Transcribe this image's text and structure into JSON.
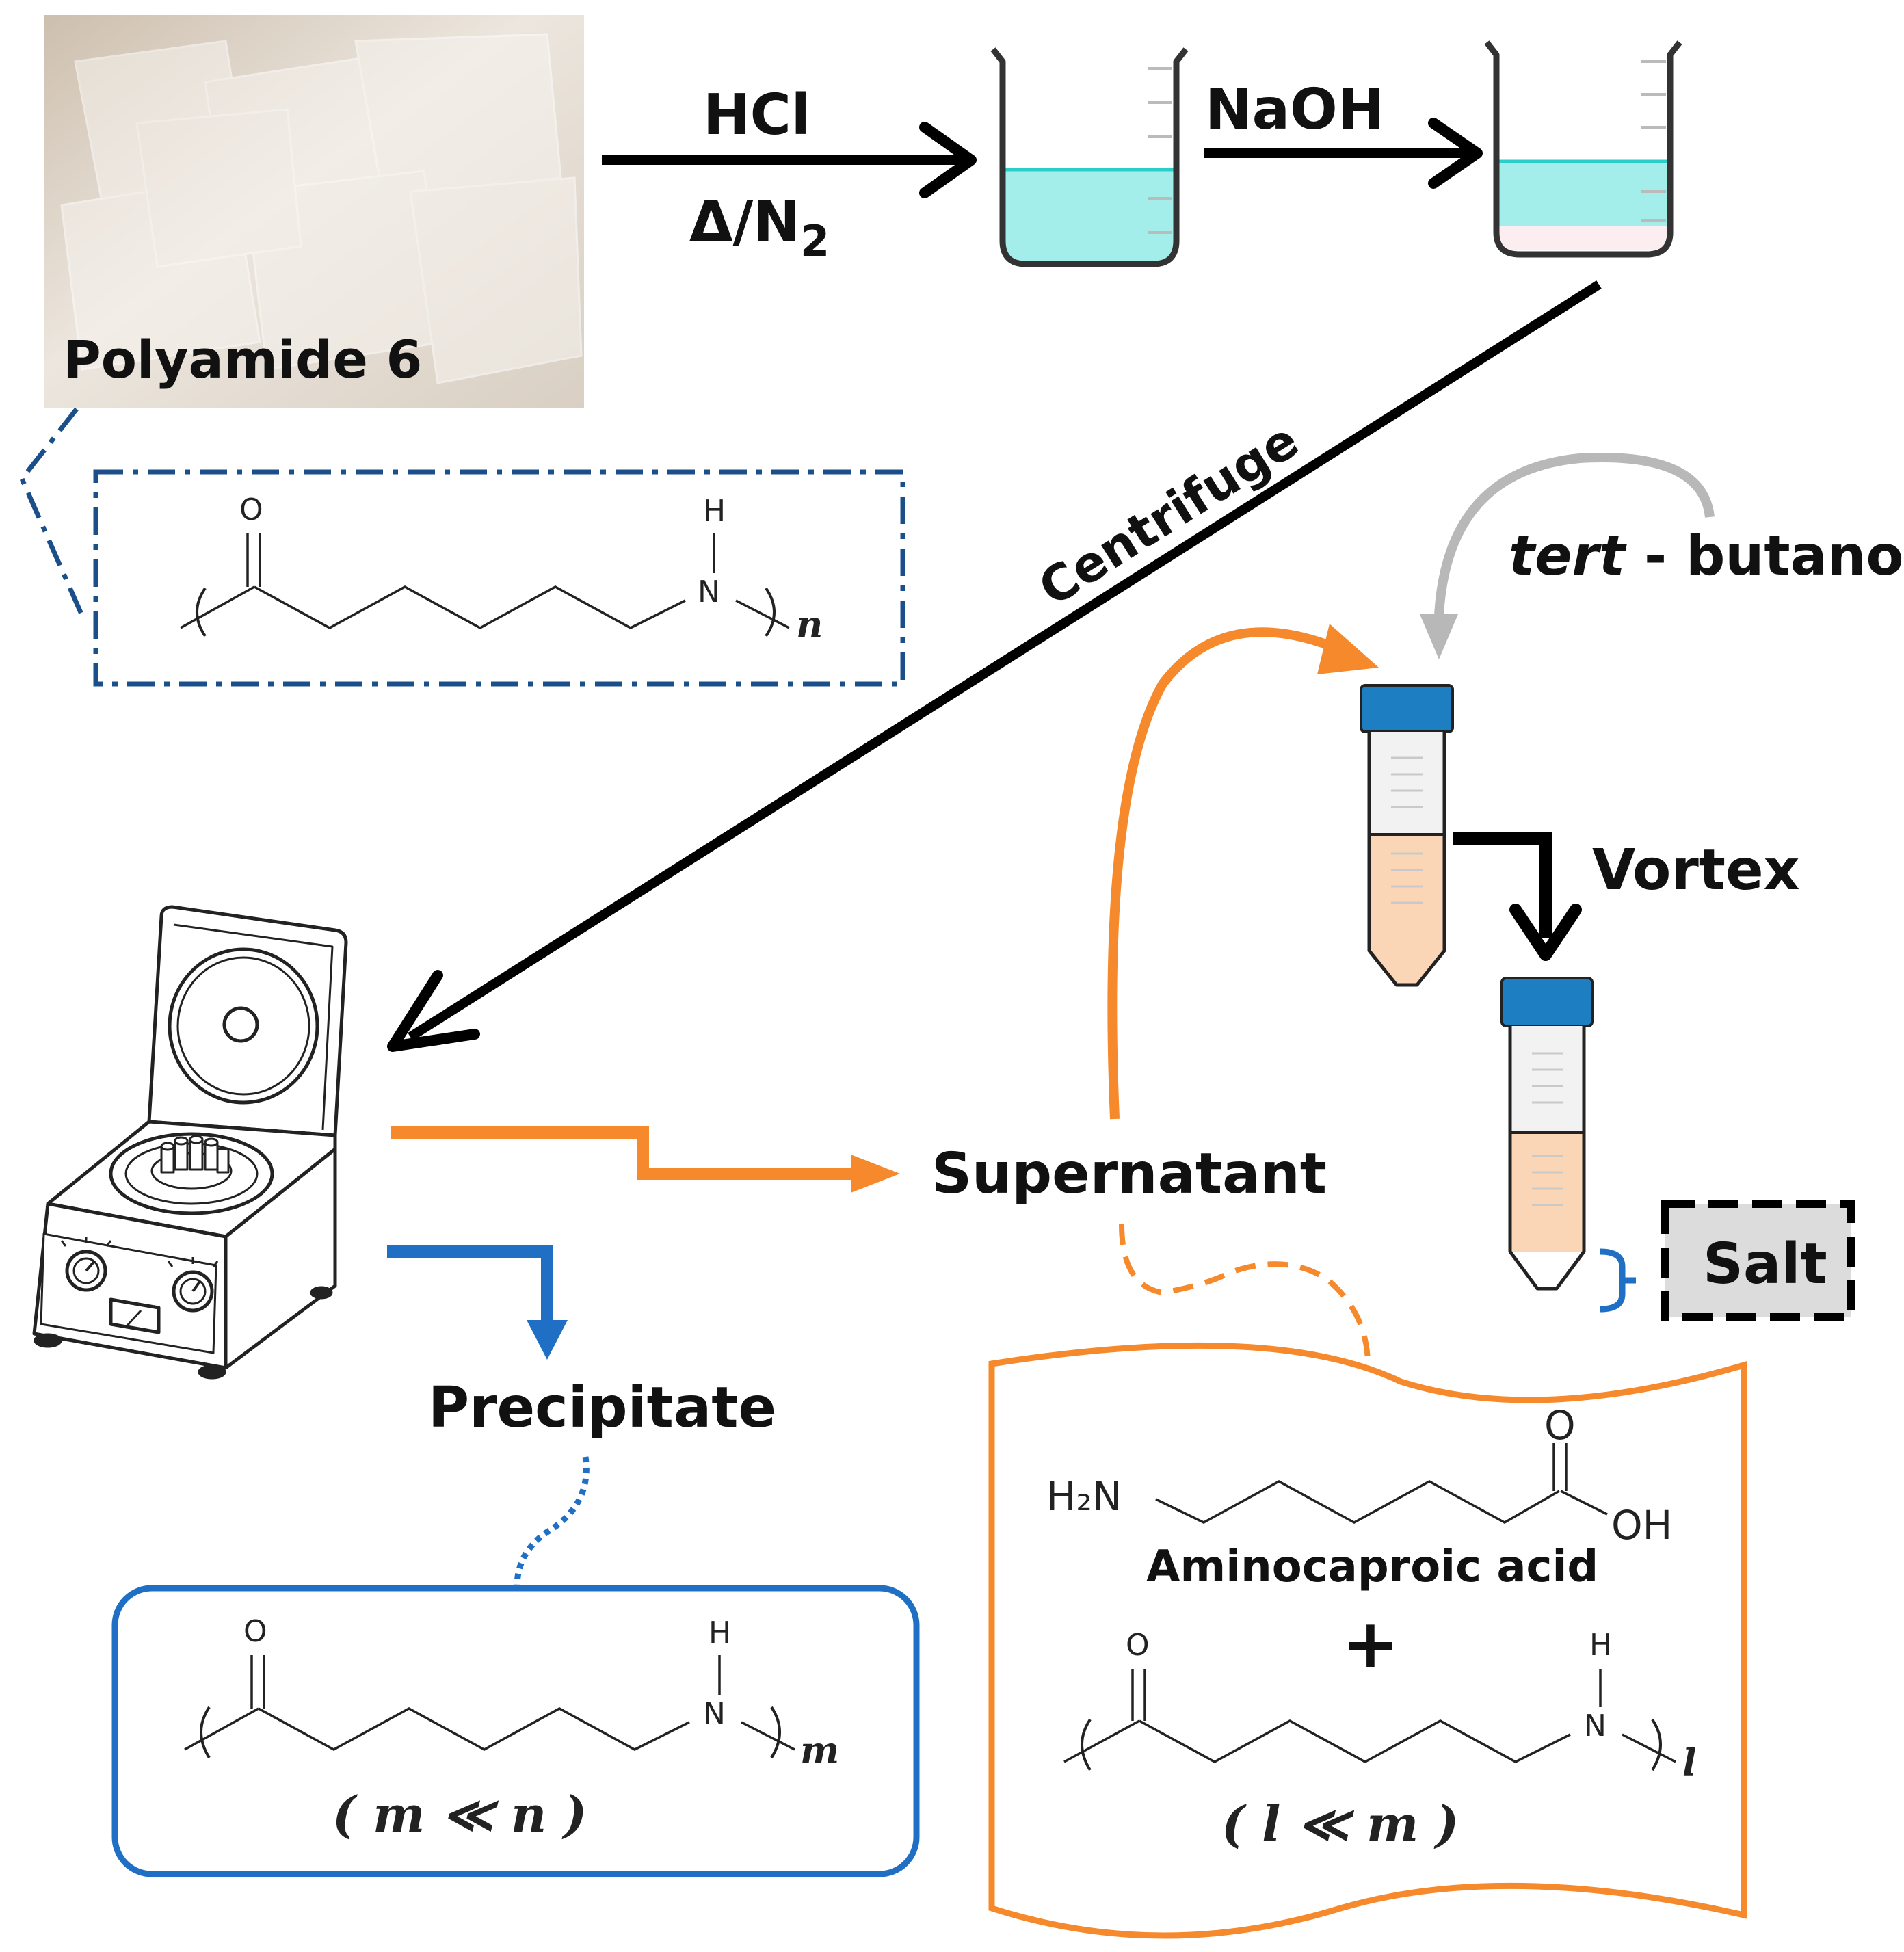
{
  "photo": {
    "label": "Polyamide 6"
  },
  "reagents": {
    "hcl": "HCl",
    "heat_n2": "Δ/N",
    "heat_n2_sub": "2",
    "naoh": "NaOH",
    "tert_butanol_italic": "tert",
    "tert_butanol_rest": " - butanol"
  },
  "steps": {
    "centrifuge": "Centrifuge",
    "vortex": "Vortex",
    "supernatant": "Supernatant",
    "precipitate": "Precipitate",
    "salt": "Salt"
  },
  "structures": {
    "pa6": {
      "o": "O",
      "h": "H",
      "n": "N",
      "subscript": "n"
    },
    "precipitate": {
      "o": "O",
      "h": "H",
      "n": "N",
      "subscript": "m",
      "condition": "( m ≪ n )"
    },
    "supernatant": {
      "h2n": "H₂N",
      "o": "O",
      "oh": "OH",
      "name": "Aminocaproic acid",
      "plus": "+",
      "oligo": {
        "o": "O",
        "h": "H",
        "n": "N",
        "subscript": "l",
        "condition": "( l ≪ m )"
      }
    }
  },
  "colors": {
    "orange": "#F5892B",
    "blue": "#1F6FC5",
    "navy_dashdot": "#1B4F8A",
    "cyan_liquid": "#A3EEEA",
    "tan_liquid": "#FBD6B6",
    "cap_blue": "#1D7FC1",
    "gray_arrow": "#B8B8B8"
  }
}
